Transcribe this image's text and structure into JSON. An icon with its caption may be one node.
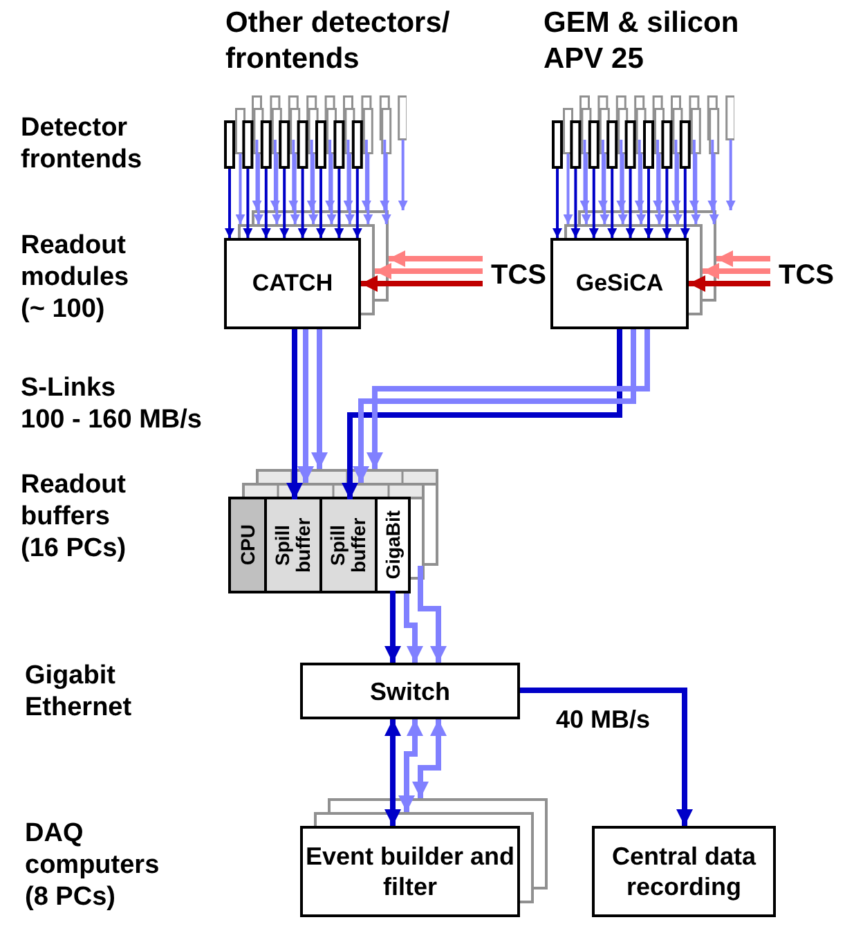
{
  "diagram": {
    "nodes": [
      {
        "text": [],
        "shape": "picture"
      },
      {
        "text": [],
        "shape": "picture"
      },
      {
        "text": [
          "CATCH"
        ]
      },
      {
        "text": [
          "TCS"
        ]
      },
      {
        "text": [
          "GeSiCA"
        ]
      },
      {
        "text": [
          "TCS"
        ]
      },
      {
        "text": [],
        "shape": "box"
      },
      {
        "text": [
          "CPU"
        ],
        "in": 6
      },
      {
        "text": [
          "Spill buffer"
        ],
        "in": 6
      },
      {
        "text": [
          "Spill buffer"
        ],
        "in": 6
      },
      {
        "text": [
          "GigaBit"
        ],
        "in": 6
      },
      {
        "text": [
          "Switch"
        ]
      },
      {
        "text": [
          "Event builder and filter"
        ]
      },
      {
        "text": [
          "Central data recording"
        ]
      }
    ],
    "edges": [
      {
        "from": 0,
        "to": 2,
        "arrow": "to",
        "color": "#0000c8"
      },
      {
        "from": 0,
        "to": 2,
        "arrow": "to",
        "color": "#0000c8"
      },
      {
        "from": 0,
        "to": 2,
        "arrow": "to",
        "color": "#0000c8"
      },
      {
        "from": 0,
        "to": 2,
        "arrow": "to",
        "color": "#0000c8"
      },
      {
        "from": 0,
        "to": 2,
        "arrow": "to",
        "color": "#0000c8"
      },
      {
        "from": 0,
        "to": 2,
        "arrow": "to",
        "color": "#0000c8"
      },
      {
        "from": 0,
        "to": 2,
        "arrow": "to",
        "color": "#0000c8"
      },
      {
        "from": 0,
        "to": 2,
        "arrow": "to",
        "color": "#0000c8"
      },
      {
        "from": 0,
        "to": 2,
        "arrow": "to",
        "color": "#8080ff"
      },
      {
        "from": 0,
        "to": 2,
        "arrow": "to",
        "color": "#8080ff"
      },
      {
        "from": 0,
        "to": 2,
        "arrow": "to",
        "color": "#8080ff"
      },
      {
        "from": 0,
        "to": 2,
        "arrow": "to",
        "color": "#8080ff"
      },
      {
        "from": 0,
        "to": 2,
        "arrow": "to",
        "color": "#8080ff"
      },
      {
        "from": 0,
        "to": 2,
        "arrow": "to",
        "color": "#8080ff"
      },
      {
        "from": 0,
        "to": 2,
        "arrow": "to",
        "color": "#8080ff"
      },
      {
        "from": 0,
        "to": 2,
        "arrow": "to",
        "color": "#8080ff"
      },
      {
        "from": 0,
        "to": 2,
        "arrow": "to",
        "color": "#8080ff"
      },
      {
        "from": 0,
        "to": 2,
        "arrow": "to",
        "color": "#8080ff"
      },
      {
        "from": 0,
        "to": 2,
        "arrow": "to",
        "color": "#8080ff"
      },
      {
        "from": 0,
        "to": 2,
        "arrow": "to",
        "color": "#8080ff"
      },
      {
        "from": 0,
        "to": 2,
        "arrow": "to",
        "color": "#8080ff"
      },
      {
        "from": 0,
        "to": 2,
        "arrow": "to",
        "color": "#8080ff"
      },
      {
        "from": 0,
        "to": 2,
        "arrow": "to",
        "color": "#8080ff"
      },
      {
        "from": 0,
        "to": 2,
        "arrow": "to",
        "color": "#8080ff"
      },
      {
        "from": 0,
        "to": 2,
        "arrow": "to",
        "color": "#8080ff"
      },
      {
        "from": 0,
        "to": 2,
        "arrow": "to",
        "color": "#8080ff"
      },
      {
        "from": 1,
        "to": 4,
        "arrow": "to",
        "color": "#0000c8"
      },
      {
        "from": 1,
        "to": 4,
        "arrow": "to",
        "color": "#0000c8"
      },
      {
        "from": 1,
        "to": 4,
        "arrow": "to",
        "color": "#0000c8"
      },
      {
        "from": 1,
        "to": 4,
        "arrow": "to",
        "color": "#0000c8"
      },
      {
        "from": 1,
        "to": 4,
        "arrow": "to",
        "color": "#0000c8"
      },
      {
        "from": 1,
        "to": 4,
        "arrow": "to",
        "color": "#0000c8"
      },
      {
        "from": 1,
        "to": 4,
        "arrow": "to",
        "color": "#0000c8"
      },
      {
        "from": 1,
        "to": 4,
        "arrow": "to",
        "color": "#0000c8"
      },
      {
        "from": 1,
        "to": 4,
        "arrow": "to",
        "color": "#8080ff"
      },
      {
        "from": 1,
        "to": 4,
        "arrow": "to",
        "color": "#8080ff"
      },
      {
        "from": 1,
        "to": 4,
        "arrow": "to",
        "color": "#8080ff"
      },
      {
        "from": 1,
        "to": 4,
        "arrow": "to",
        "color": "#8080ff"
      },
      {
        "from": 1,
        "to": 4,
        "arrow": "to",
        "color": "#8080ff"
      },
      {
        "from": 1,
        "to": 4,
        "arrow": "to",
        "color": "#8080ff"
      },
      {
        "from": 1,
        "to": 4,
        "arrow": "to",
        "color": "#8080ff"
      },
      {
        "from": 1,
        "to": 4,
        "arrow": "to",
        "color": "#8080ff"
      },
      {
        "from": 1,
        "to": 4,
        "arrow": "to",
        "color": "#8080ff"
      },
      {
        "from": 1,
        "to": 4,
        "arrow": "to",
        "color": "#8080ff"
      },
      {
        "from": 1,
        "to": 4,
        "arrow": "to",
        "color": "#8080ff"
      },
      {
        "from": 1,
        "to": 4,
        "arrow": "to",
        "color": "#8080ff"
      },
      {
        "from": 1,
        "to": 4,
        "arrow": "to",
        "color": "#8080ff"
      },
      {
        "from": 1,
        "to": 4,
        "arrow": "to",
        "color": "#8080ff"
      },
      {
        "from": 1,
        "to": 4,
        "arrow": "to",
        "color": "#8080ff"
      },
      {
        "from": 1,
        "to": 4,
        "arrow": "to",
        "color": "#8080ff"
      },
      {
        "from": 1,
        "to": 4,
        "arrow": "to",
        "color": "#8080ff"
      },
      {
        "from": 1,
        "to": 4,
        "arrow": "to",
        "color": "#8080ff"
      },
      {
        "from": 3,
        "to": 2,
        "arrow": "to",
        "style": "thick",
        "color": "#c00000"
      },
      {
        "from": 3,
        "to": 2,
        "arrow": "to",
        "style": "thick",
        "color": "#ff8080"
      },
      {
        "from": 3,
        "to": 2,
        "arrow": "to",
        "style": "thick",
        "color": "#ff8080"
      },
      {
        "from": 5,
        "to": 4,
        "arrow": "to",
        "style": "thick",
        "color": "#c00000"
      },
      {
        "from": 5,
        "to": 4,
        "arrow": "to",
        "style": "thick",
        "color": "#ff8080"
      },
      {
        "from": 5,
        "to": 4,
        "arrow": "to",
        "style": "thick",
        "color": "#ff8080"
      },
      {
        "from": 2,
        "to": 8,
        "arrow": "to",
        "style": "thick",
        "color": "#0000c8"
      },
      {
        "from": 2,
        "to": 6,
        "arrow": "to",
        "style": "thick",
        "color": "#8080ff"
      },
      {
        "from": 2,
        "to": 6,
        "arrow": "to",
        "style": "thick",
        "color": "#8080ff"
      },
      {
        "from": 4,
        "to": 9,
        "arrow": "to",
        "style": "thick",
        "color": "#0000c8"
      },
      {
        "from": 4,
        "to": 6,
        "arrow": "to",
        "style": "thick",
        "color": "#8080ff"
      },
      {
        "from": 4,
        "to": 6,
        "arrow": "to",
        "style": "thick",
        "color": "#8080ff"
      },
      {
        "from": 10,
        "to": 11,
        "arrow": "to",
        "style": "thick",
        "color": "#0000c8"
      },
      {
        "from": 6,
        "to": 11,
        "arrow": "to",
        "style": "thick",
        "color": "#8080ff"
      },
      {
        "from": 6,
        "to": 11,
        "arrow": "to",
        "style": "thick",
        "color": "#8080ff"
      },
      {
        "from": 11,
        "to": 12,
        "arrow": "both",
        "style": "thick",
        "color": "#0000c8"
      },
      {
        "from": 11,
        "to": 12,
        "arrow": "both",
        "style": "thick",
        "color": "#8080ff"
      },
      {
        "from": 11,
        "to": 12,
        "arrow": "both",
        "style": "thick",
        "color": "#8080ff"
      },
      {
        "from": 11,
        "to": 13,
        "arrow": "to",
        "style": "thick",
        "color": "#0000c8",
        "label": "40 MB/s"
      }
    ],
    "labels": [
      "Other detectors/ frontends",
      "GEM & silicon APV 25",
      "Detector frontends",
      "Readout modules (~ 100)",
      "S-Links 100 - 160 MB/s",
      "Readout buffers (16 PCs)",
      "Gigabit Ethernet",
      "DAQ computers (8 PCs)"
    ]
  }
}
